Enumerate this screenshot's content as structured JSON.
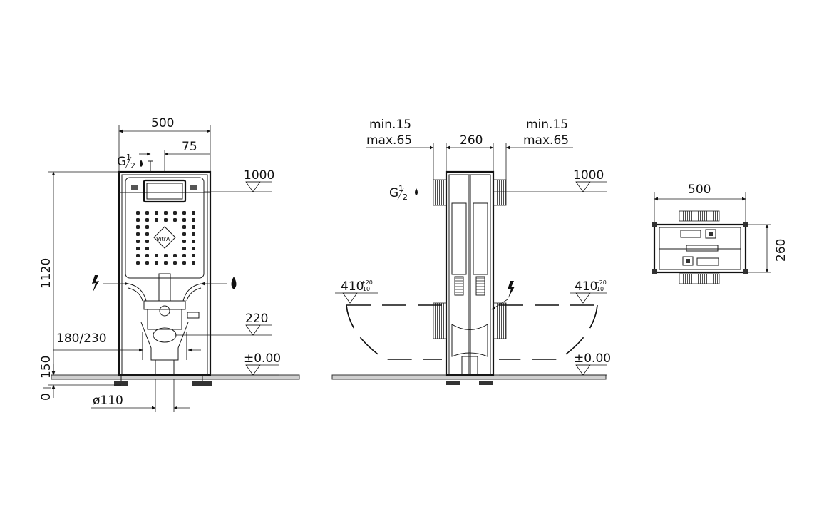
{
  "front_view": {
    "width_label": "500",
    "offset_label": "75",
    "height_label": "1120",
    "level_top": "1000",
    "level_drain": "220",
    "level_floor": "±0.00",
    "drain_offset": "180/230",
    "base_height": "150",
    "base_min": "0",
    "pipe_diameter": "ø110",
    "logo_text": "VitrA",
    "water_inlet": "G",
    "inlet_fraction_num": "1",
    "inlet_fraction_den": "2"
  },
  "side_view": {
    "left_min": "min.15",
    "left_max": "max.65",
    "right_min": "min.15",
    "right_max": "max.65",
    "depth_label": "260",
    "level_top": "1000",
    "level_bowl_left": "410",
    "level_bowl_right": "410",
    "tolerance_plus": "+20",
    "tolerance_minus": "-10",
    "level_floor": "±0.00",
    "water_inlet": "G",
    "inlet_fraction_num": "1",
    "inlet_fraction_den": "2"
  },
  "top_view": {
    "width_label": "500",
    "depth_label": "260"
  },
  "icons": [
    "water-drop-icon",
    "electric-bolt-icon"
  ]
}
